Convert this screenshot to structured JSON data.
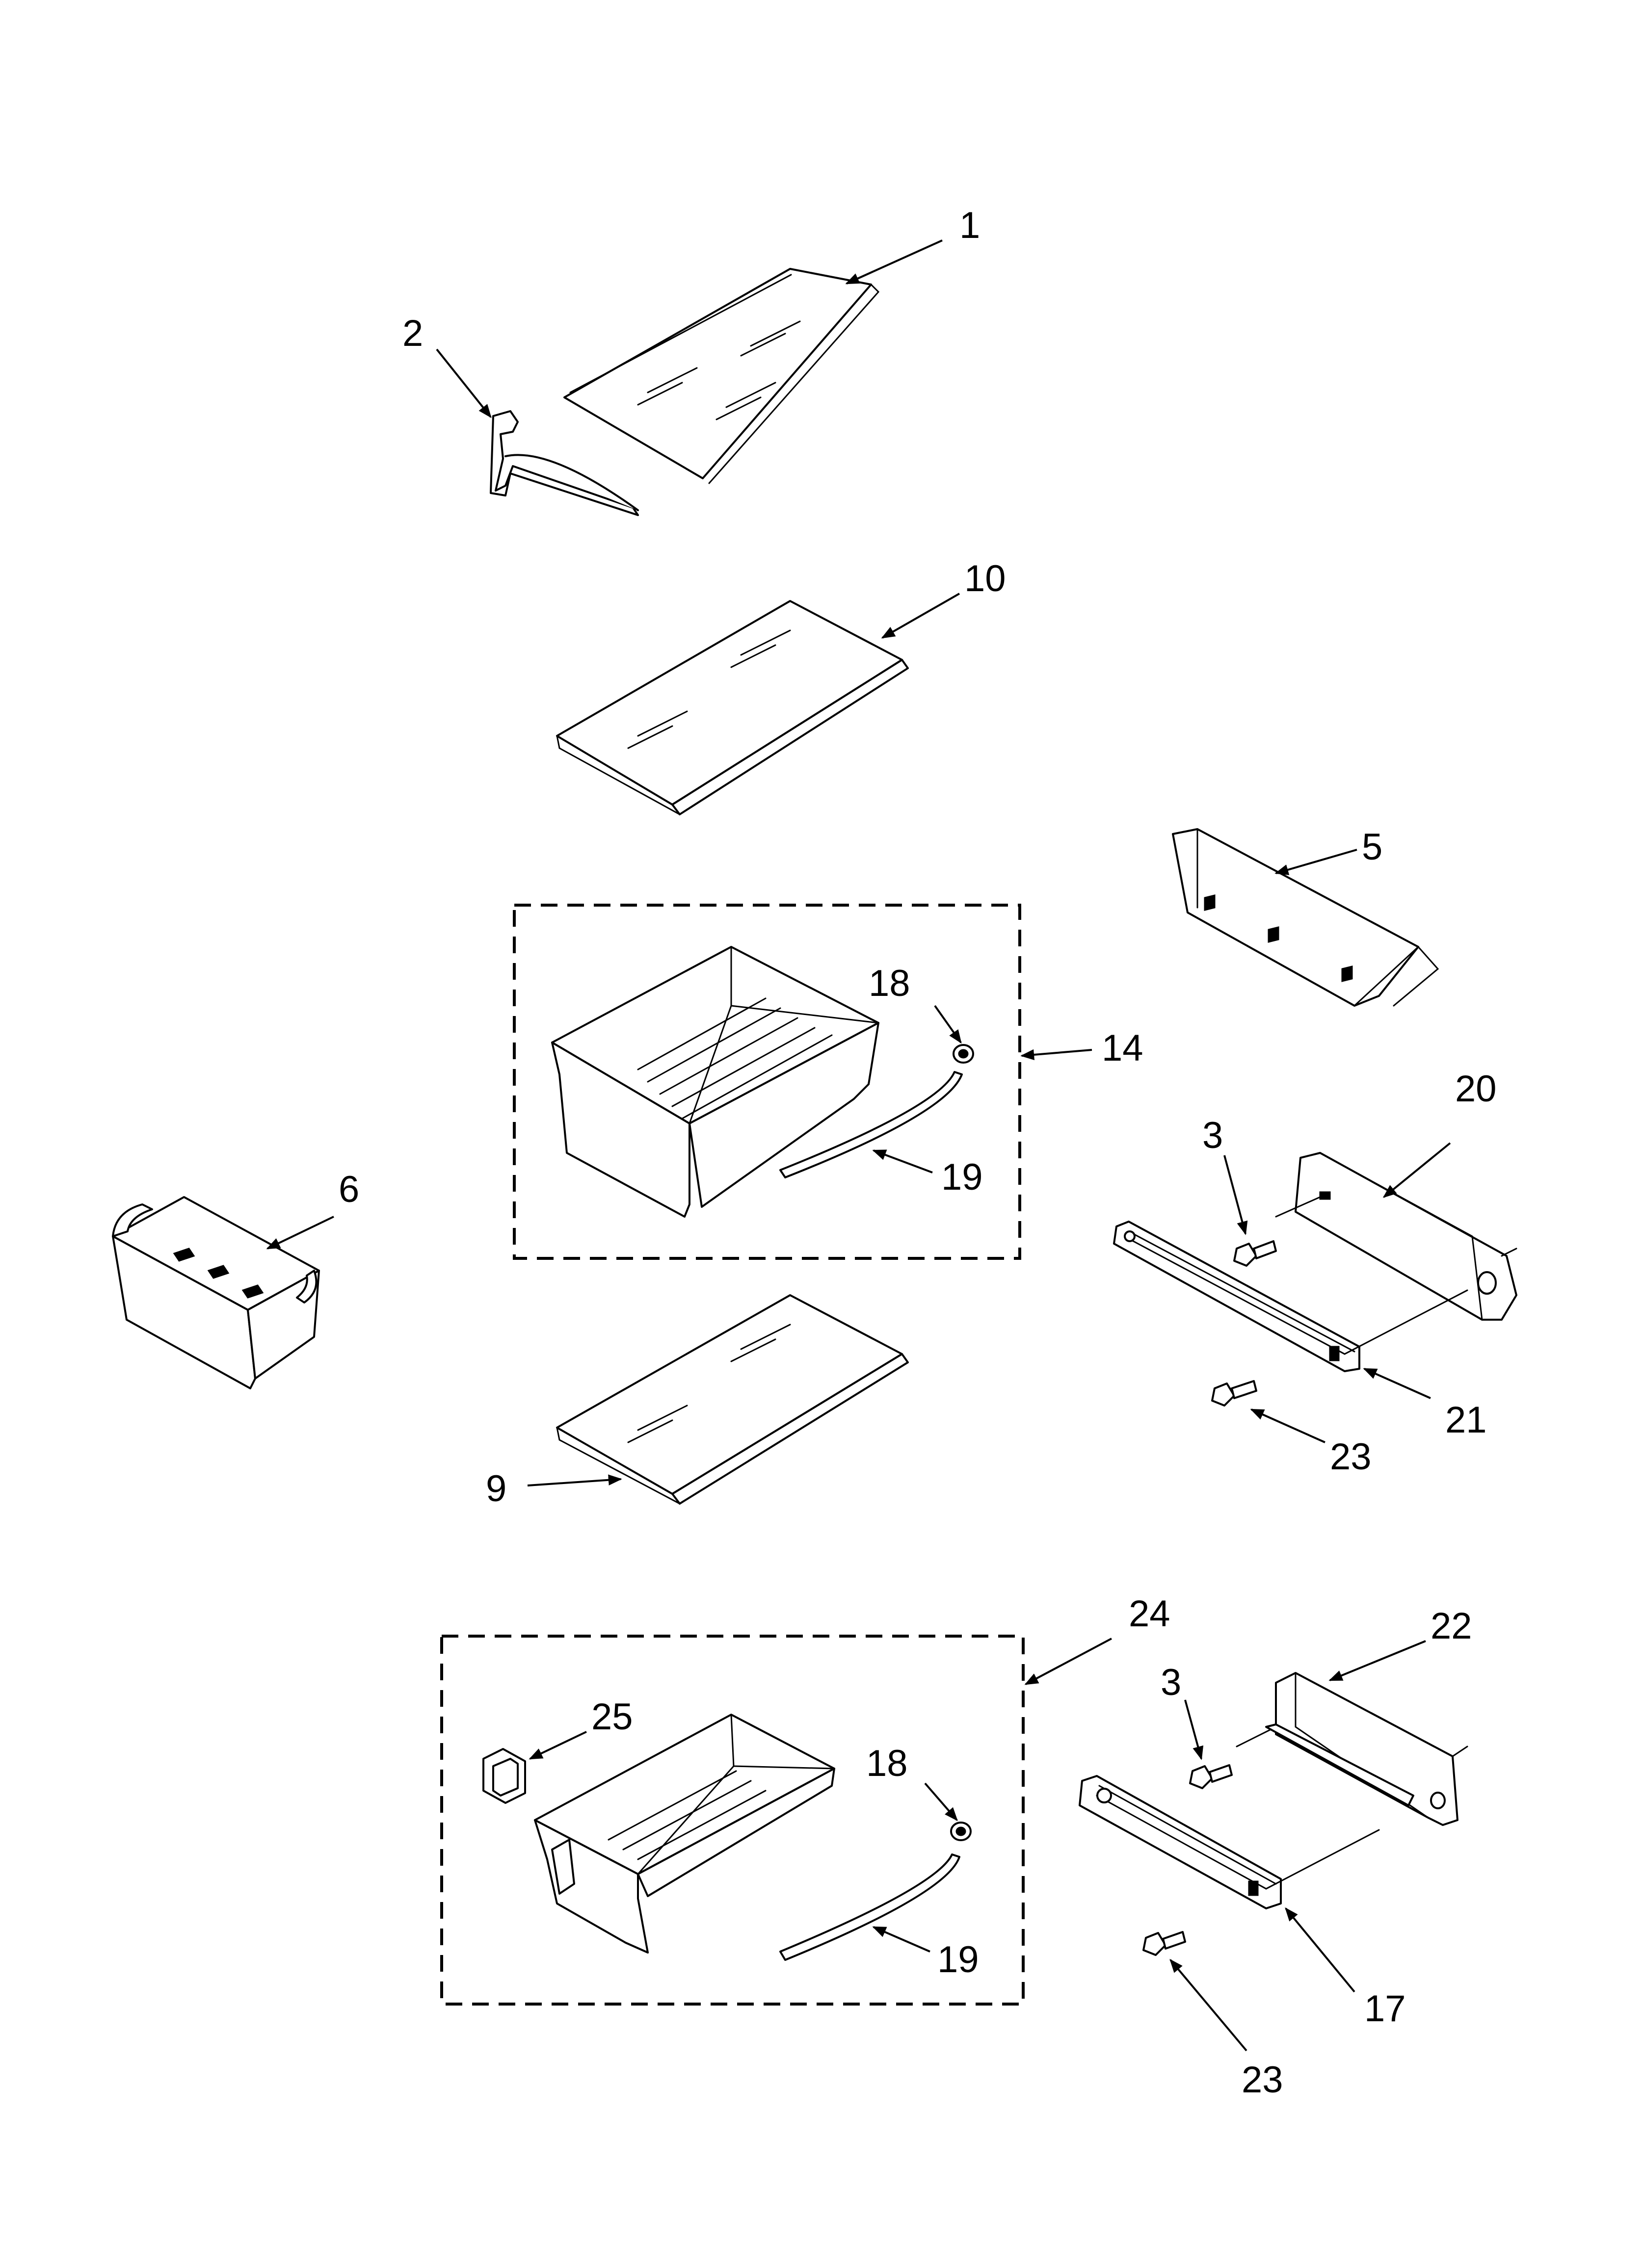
{
  "callouts": [
    {
      "id": "c1",
      "label": "1"
    },
    {
      "id": "c2",
      "label": "2"
    },
    {
      "id": "c10",
      "label": "10"
    },
    {
      "id": "c5",
      "label": "5"
    },
    {
      "id": "c18a",
      "label": "18"
    },
    {
      "id": "c14",
      "label": "14"
    },
    {
      "id": "c20",
      "label": "20"
    },
    {
      "id": "c6",
      "label": "6"
    },
    {
      "id": "c19a",
      "label": "19"
    },
    {
      "id": "c3a",
      "label": "3"
    },
    {
      "id": "c21",
      "label": "21"
    },
    {
      "id": "c23a",
      "label": "23"
    },
    {
      "id": "c9",
      "label": "9"
    },
    {
      "id": "c24",
      "label": "24"
    },
    {
      "id": "c22",
      "label": "22"
    },
    {
      "id": "c25",
      "label": "25"
    },
    {
      "id": "c3b",
      "label": "3"
    },
    {
      "id": "c18b",
      "label": "18"
    },
    {
      "id": "c19b",
      "label": "19"
    },
    {
      "id": "c17",
      "label": "17"
    },
    {
      "id": "c23b",
      "label": "23"
    }
  ]
}
